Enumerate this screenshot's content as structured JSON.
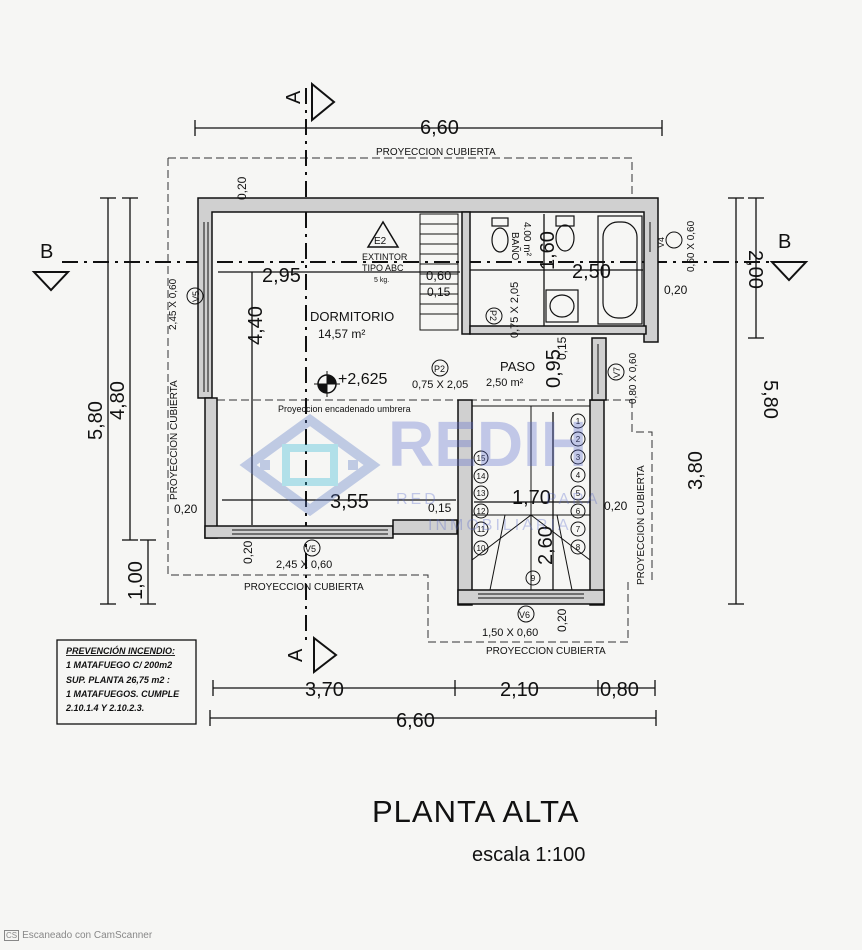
{
  "title": "PLANTA ALTA",
  "scale": "escala 1:100",
  "watermark": {
    "brand": "REDIH",
    "sub1": "RED",
    "sub2": "INMOBILIARIA",
    "sub_mid": "PARA"
  },
  "footer": {
    "logo": "CS",
    "text": "Escaneado con CamScanner"
  },
  "section_marks": {
    "a_top": "A",
    "a_bottom": "A",
    "b_left": "B",
    "b_right": "B"
  },
  "dimensions": {
    "top_total": "6,60",
    "bottom_left": "3,70",
    "bottom_mid": "2,10",
    "bottom_right": "0,80",
    "bottom_total": "6,60",
    "left_outer": "5,80",
    "left_mid": "4,80",
    "left_low": "1,00",
    "right_outer": "5,80",
    "right_upper": "2,00",
    "right_lower": "3,80",
    "dorm_width": "2,95",
    "bath_width": "2,50",
    "dorm_height": "4,40",
    "lower_width": "3,55",
    "stair_width": "1,70",
    "bath_height": "1,60",
    "paso_height": "0,95",
    "stair_height": "2,60",
    "stair_gap_w": "0,60",
    "stair_gap_h": "0,15",
    "paso_small": "0,15",
    "wall_mid": "0,15",
    "wall_top": "0,20",
    "wall_left": "0,20",
    "wall_right": "0,20",
    "wall_right2": "0,20",
    "wall_bottom": "0,20",
    "wall_bottom2": "0,20"
  },
  "labels": {
    "proy_top": "PROYECCION CUBIERTA",
    "proy_left": "PROYECCION CUBIERTA",
    "proy_bottom": "PROYECCION CUBIERTA",
    "proy_right": "PROYECCION CUBIERTA",
    "proy_bottom_right": "PROYECCION CUBIERTA",
    "proy_umbrera": "Proyeccion encadenado umbrera",
    "extintor_code": "E2",
    "extintor": "EXTINTOR",
    "extintor_type": "TIPO ABC",
    "extintor_kg": "5 kg.",
    "banio": "BAÑO",
    "banio_area": "4.00 m²",
    "dormitorio": "DORMITORIO",
    "dormitorio_area": "14,57 m²",
    "paso": "PASO",
    "paso_area": "2,50 m²",
    "level": "+2,625",
    "p2_a": "P2",
    "p2_a_size": "0,75 X 2,05",
    "p2_b": "P2",
    "p2_b_size": "0,75 X 2,05",
    "v4": "V4",
    "v4_size": "0,60 X 0,60",
    "v7": "V7",
    "v7_size": "0,80 X 0,60",
    "v5_left": "V5",
    "v5_left_size": "2,45 X 0,60",
    "v5_bottom": "V5",
    "v5_bottom_size": "2,45 X 0,60",
    "v6": "V6",
    "v6_size": "1,50 X 0,60"
  },
  "stair_steps": [
    "1",
    "2",
    "3",
    "4",
    "5",
    "6",
    "7",
    "8",
    "9",
    "10",
    "11",
    "12",
    "13",
    "14",
    "15"
  ],
  "fire_prevention": [
    "PREVENCIÓN INCENDIO:",
    "1 MATAFUEGO C/ 200m2",
    "SUP. PLANTA 26,75 m2 :",
    "1 MATAFUEGOS. CUMPLE",
    "2.10.1.4 Y 2.10.2.3."
  ]
}
